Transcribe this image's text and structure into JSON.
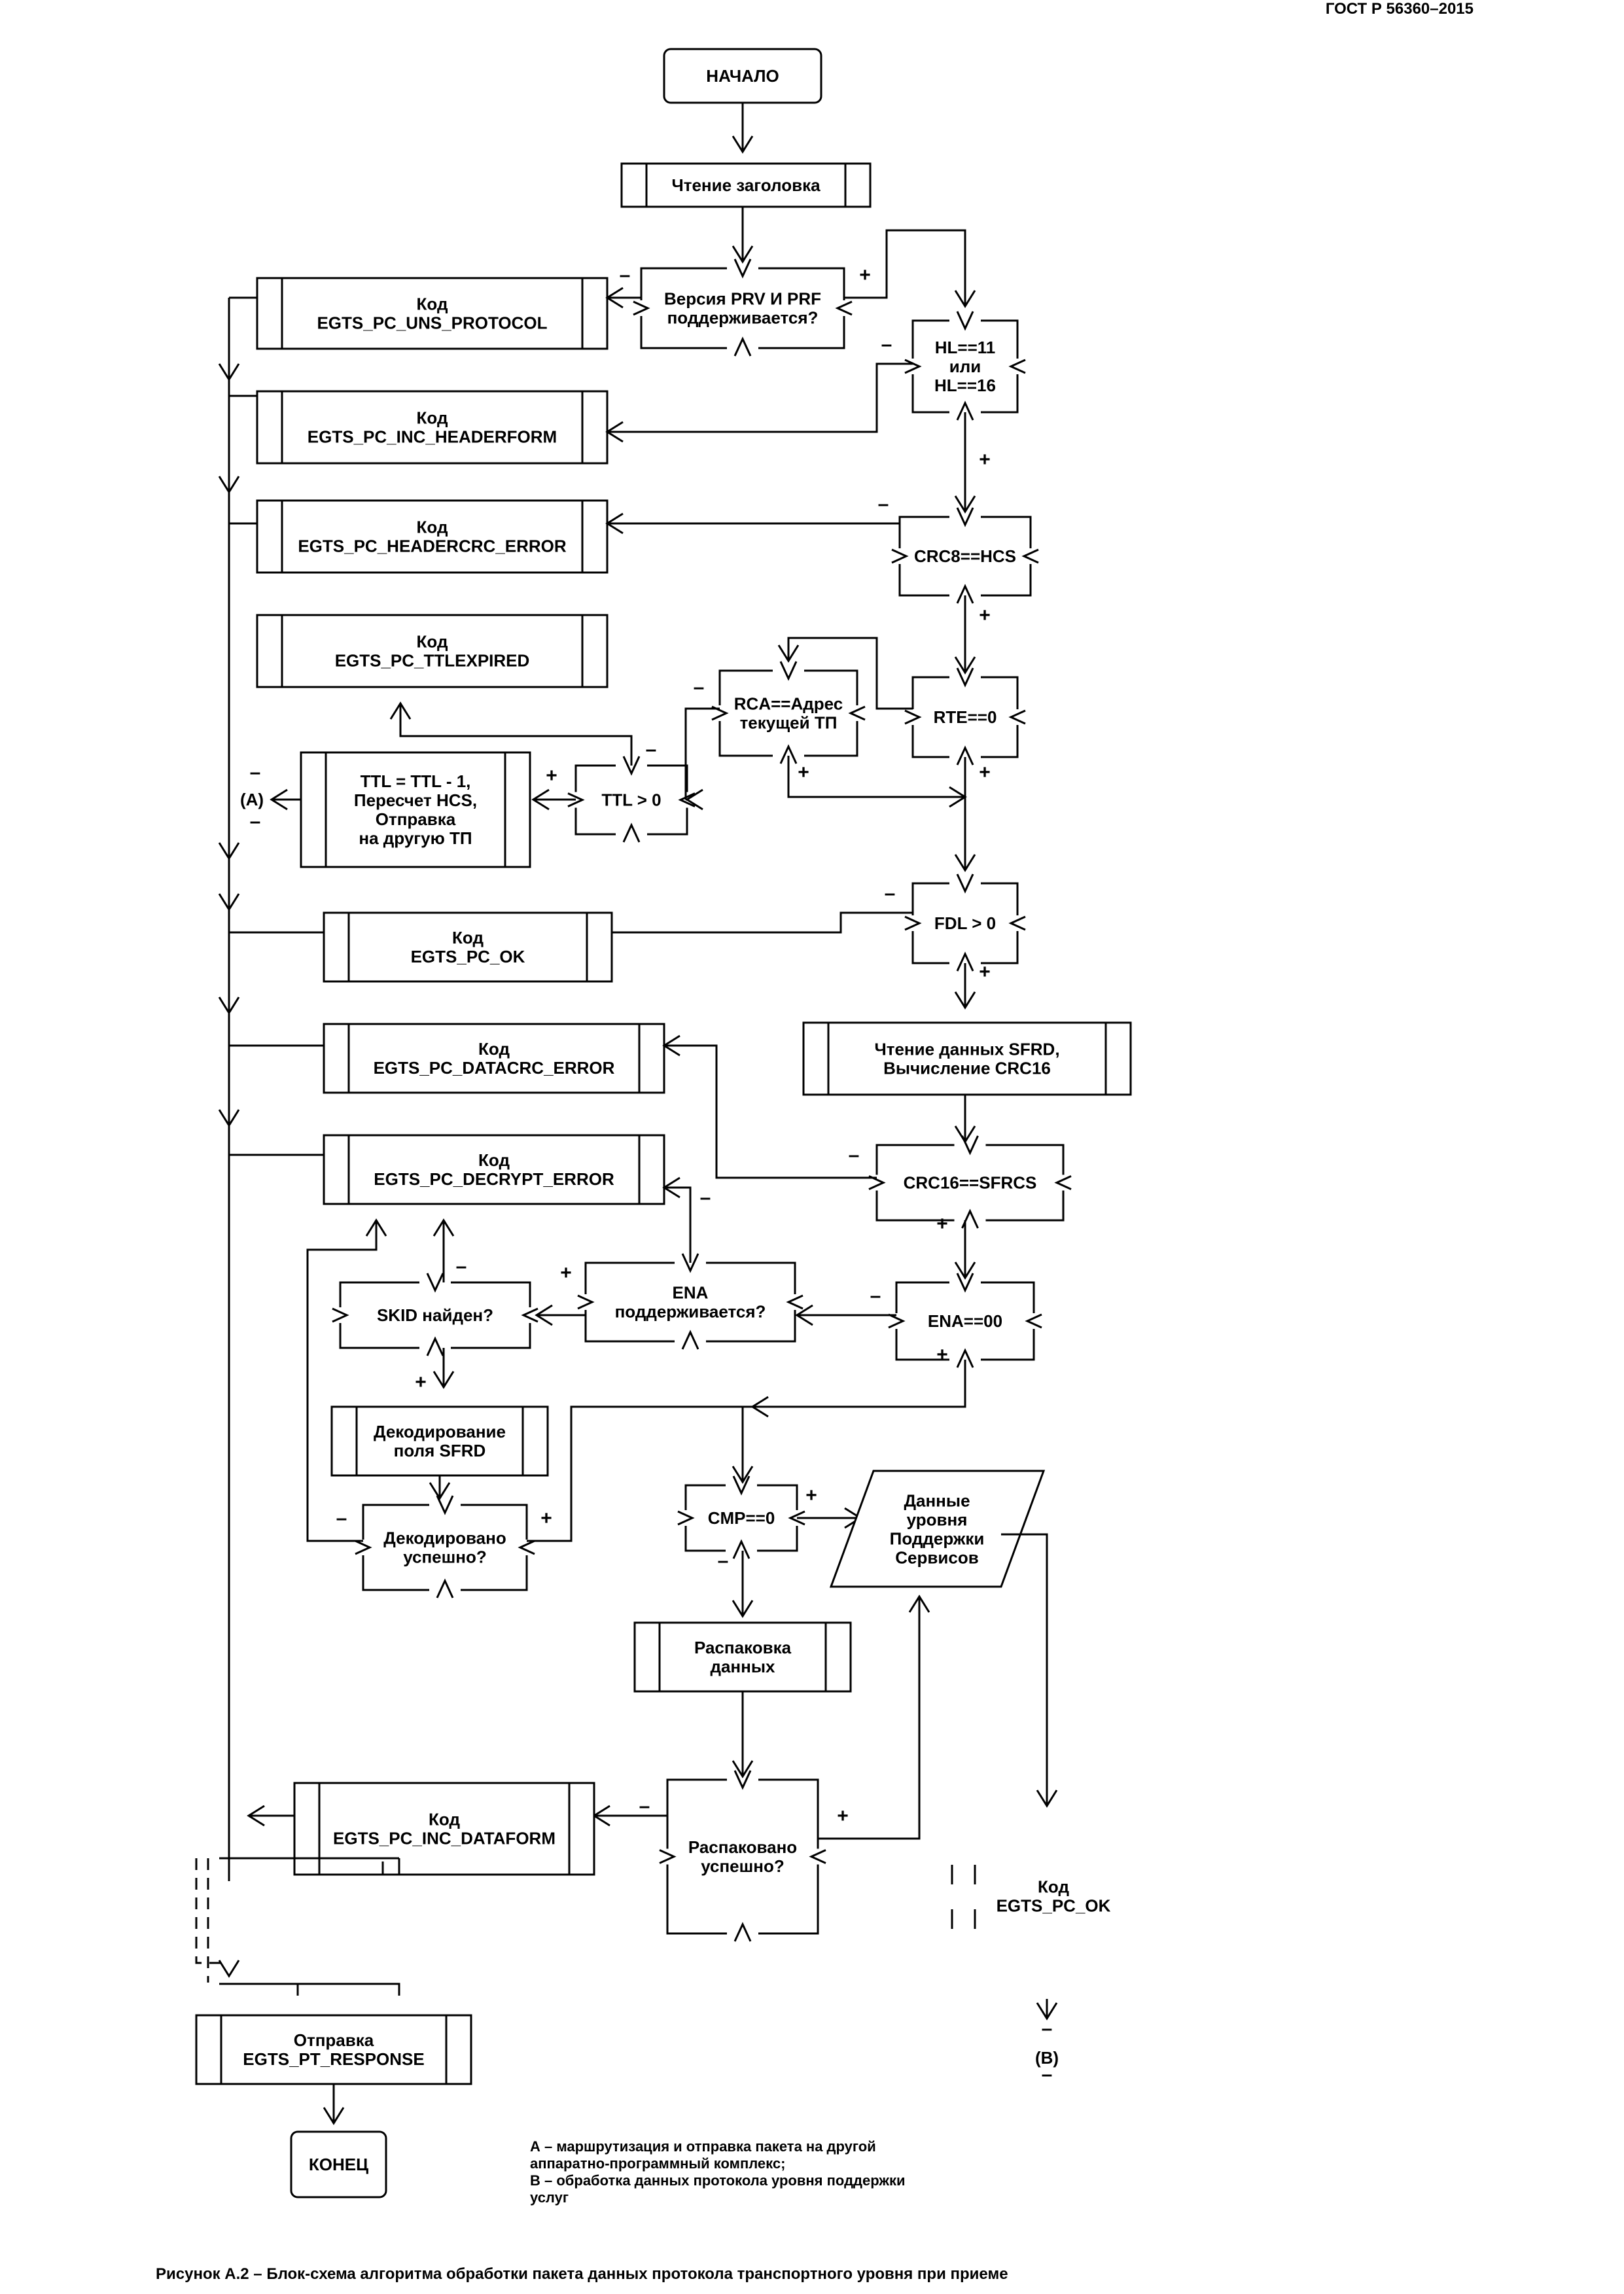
{
  "header": {
    "standard": "ГОСТ Р 56360–2015"
  },
  "caption": "Рисунок А.2 – Блок-схема алгоритма обработки пакета данных протокола транспортного уровня при приеме",
  "legend": {
    "a_line1": "А – маршрутизация и отправка пакета на другой",
    "a_line2": "аппаратно-программный комплекс;",
    "b_line1": "В – обработка данных протокола уровня поддержки",
    "b_line2": "услуг"
  },
  "nodes": {
    "start": "НАЧАЛО",
    "read_header": "Чтение заголовка",
    "prv_prf": [
      "Версия PRV И PRF",
      "поддерживается?"
    ],
    "uns_protocol": [
      "Код",
      "EGTS_PC_UNS_PROTOCOL"
    ],
    "hl_check": [
      "HL==11",
      "или",
      "HL==16"
    ],
    "inc_headerform": [
      "Код",
      "EGTS_PC_INC_HEADERFORM"
    ],
    "crc8": "CRC8==HCS",
    "headercrc_error": [
      "Код",
      "EGTS_PC_HEADERCRC_ERROR"
    ],
    "ttlexpired": [
      "Код",
      "EGTS_PC_TTLEXPIRED"
    ],
    "rca": [
      "RCA==Адрес",
      "текущей ТП"
    ],
    "rte": "RTE==0",
    "ttl_gt0": "TTL > 0",
    "ttl_action": [
      "TTL = TTL - 1,",
      "Пересчет HCS,",
      "Отправка",
      "на другую ТП"
    ],
    "conn_a": "(A)",
    "fdl": "FDL > 0",
    "pc_ok": [
      "Код",
      "EGTS_PC_OK"
    ],
    "read_sfrd": [
      "Чтение данных SFRD,",
      "Вычисление CRC16"
    ],
    "datacrc_error": [
      "Код",
      "EGTS_PC_DATACRC_ERROR"
    ],
    "crc16": "CRC16==SFRCS",
    "decrypt_error": [
      "Код",
      "EGTS_PC_DECRYPT_ERROR"
    ],
    "ena_support": [
      "ENA",
      "поддерживается?"
    ],
    "skid": "SKID найден?",
    "ena00": "ENA==00",
    "decode_sfrd": [
      "Декодирование",
      "поля SFRD"
    ],
    "decoded_ok": [
      "Декодировано",
      "успешно?"
    ],
    "cmp": "CMP==0",
    "service_data": [
      "Данные",
      "уровня",
      "Поддержки",
      "Сервисов"
    ],
    "unpack": [
      "Распаковка",
      "данных"
    ],
    "inc_dataform": [
      "Код",
      "EGTS_PC_INC_DATAFORM"
    ],
    "unpacked_ok": [
      "Распаковано",
      "успешно?"
    ],
    "pc_ok_b": [
      "Код",
      "EGTS_PC_OK"
    ],
    "conn_b": "(B)",
    "send_response": [
      "Отправка",
      "EGTS_PT_RESPONSE"
    ],
    "end": "КОНЕЦ"
  },
  "signs": {
    "plus": "+",
    "minus": "–"
  },
  "colors": {
    "ink": "#000000",
    "background": "#ffffff"
  }
}
